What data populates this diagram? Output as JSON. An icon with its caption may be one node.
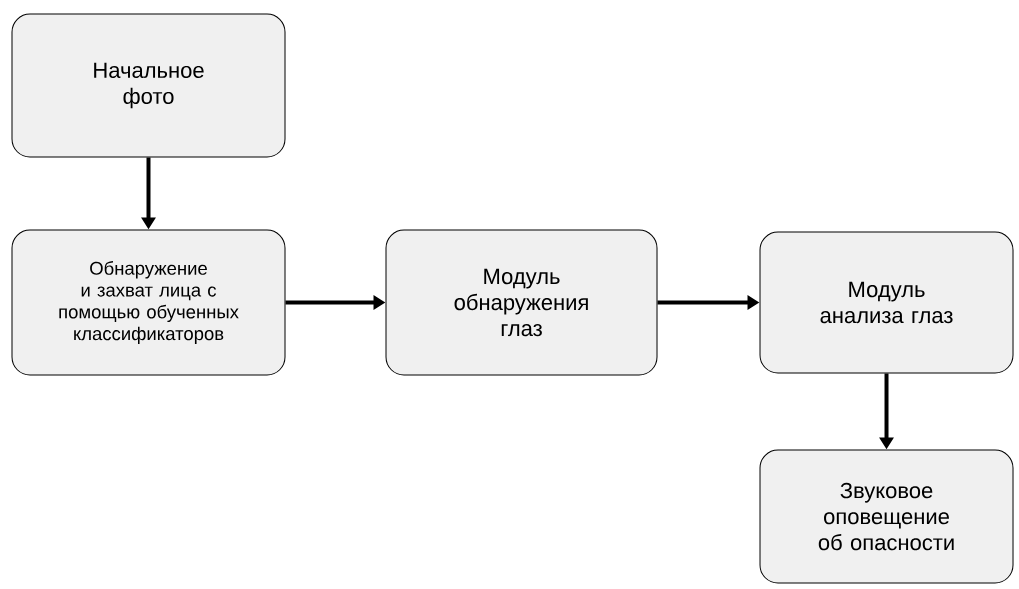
{
  "diagram": {
    "nodes": [
      {
        "text": [
          "Начальное фото"
        ]
      },
      {
        "text": [
          "Обнаружение и захват лица с помощью обученных классификаторов"
        ]
      },
      {
        "text": [
          "Модуль обнаружения глаз"
        ]
      },
      {
        "text": [
          "Модуль анализа глаз"
        ]
      },
      {
        "text": [
          "Звуковое оповещение об опасности"
        ]
      }
    ],
    "edges": [
      {
        "from": 0,
        "to": 1,
        "arrow": "to"
      },
      {
        "from": 1,
        "to": 2,
        "arrow": "to"
      },
      {
        "from": 2,
        "to": 3,
        "arrow": "to"
      },
      {
        "from": 3,
        "to": 4,
        "arrow": "to"
      }
    ]
  }
}
